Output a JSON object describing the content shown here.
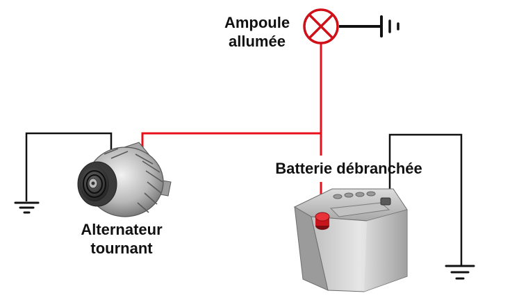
{
  "labels": {
    "bulb_line1": "Ampoule",
    "bulb_line2": "allumée",
    "alternator_line1": "Alternateur",
    "alternator_line2": "tournant",
    "battery": "Batterie débranchée"
  },
  "colors": {
    "live_wire": "#e8101a",
    "ground_wire": "#111111",
    "bulb_ring": "#d01018",
    "battery_terminal_pos": "#c8141c"
  },
  "icons": [
    "lamp-icon",
    "ground-icon",
    "alternator-icon",
    "battery-icon"
  ]
}
